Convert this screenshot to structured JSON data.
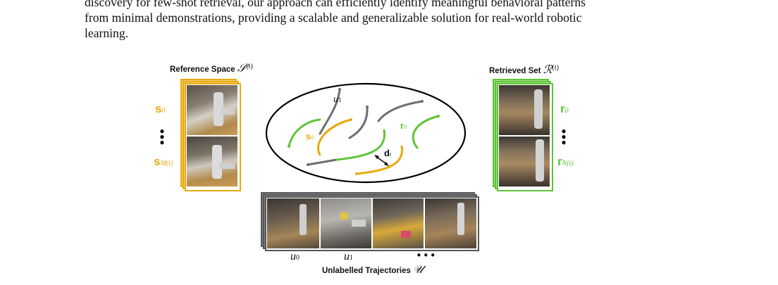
{
  "paragraph": {
    "lines": [
      "discovery for few-shot retrieval, our approach can efficiently identify meaningful behavioral patterns",
      "from minimal demonstrations, providing a scalable and generalizable solution for real-world robotic",
      "learning."
    ]
  },
  "figure": {
    "reference": {
      "title": "Reference Space",
      "symbol": "𝒮",
      "superscript": "(t)",
      "label_first": "s",
      "label_first_sub": "0",
      "label_last": "s",
      "label_last_sub": "M(t)",
      "color": "#e8a90f"
    },
    "retrieved": {
      "title": "Retrieved Set",
      "symbol": "ℛ",
      "superscript": "(t)",
      "label_first": "r",
      "label_first_sub": "0",
      "label_last": "r",
      "label_last_sub": "N(t)",
      "color": "#5ec437"
    },
    "ellipse_labels": {
      "u1": "u",
      "u1_sub": "1",
      "s0": "s",
      "s0_sub": "0",
      "r0": "r",
      "r0_sub": "0",
      "dt": "d",
      "dt_sub": "t"
    },
    "unlabelled": {
      "title": "Unlabelled Trajectories",
      "symbol": "𝒰",
      "u0": "u",
      "u0_sub": "0",
      "u1": "u",
      "u1_sub": "1",
      "ellipsis": "•••"
    }
  }
}
